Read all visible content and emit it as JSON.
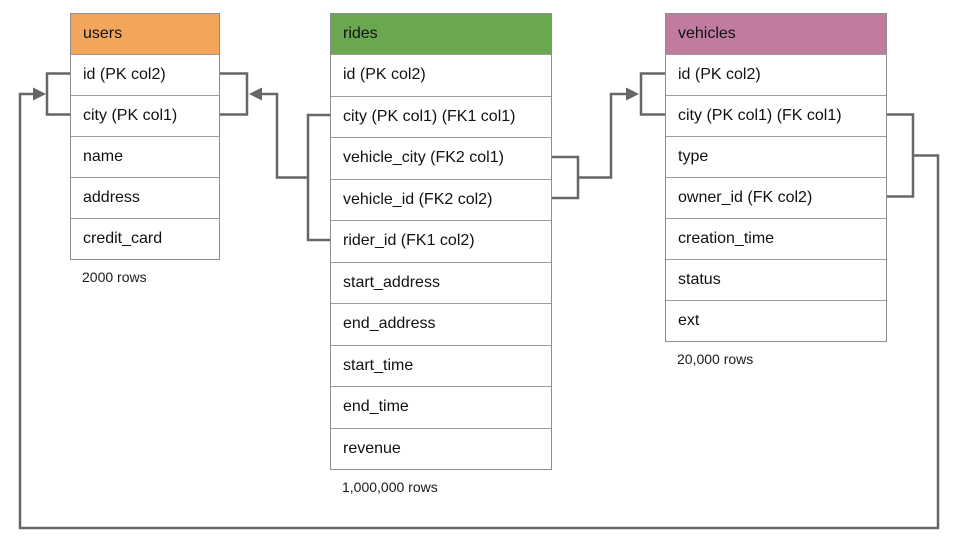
{
  "diagram": {
    "tables": [
      {
        "name": "users",
        "header_color": "#F3A55C",
        "columns": [
          "id (PK col2)",
          "city (PK col1)",
          "name",
          "address",
          "credit_card"
        ],
        "row_count": "2000 rows"
      },
      {
        "name": "rides",
        "header_color": "#6AA84F",
        "columns": [
          "id (PK col2)",
          "city (PK col1) (FK1 col1)",
          "vehicle_city (FK2 col1)",
          "vehicle_id (FK2 col2)",
          "rider_id (FK1 col2)",
          "start_address",
          "end_address",
          "start_time",
          "end_time",
          "revenue"
        ],
        "row_count": "1,000,000 rows"
      },
      {
        "name": "vehicles",
        "header_color": "#C27BA0",
        "columns": [
          "id (PK col2)",
          "city (PK col1) (FK col1)",
          "type",
          "owner_id (FK col2)",
          "creation_time",
          "status",
          "ext"
        ],
        "row_count": "20,000 rows"
      }
    ],
    "relationships": [
      {
        "name": "FK1",
        "from": "rides (city, rider_id)",
        "to": "users (id, city)"
      },
      {
        "name": "FK2",
        "from": "rides (vehicle_city, vehicle_id)",
        "to": "vehicles (id, city)"
      },
      {
        "name": "FK",
        "from": "vehicles (city, owner_id)",
        "to": "users (id, city)"
      }
    ],
    "connector_color": "#666666"
  }
}
